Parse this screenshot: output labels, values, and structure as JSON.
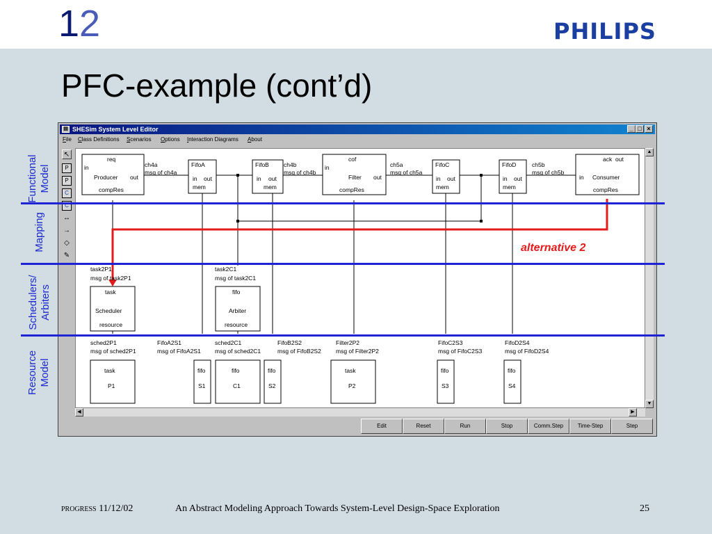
{
  "slide": {
    "number_digit1": "1",
    "number_digit2": "2",
    "brand": "PHILIPS",
    "title": "PFC-example (cont’d)",
    "callout": "alternative 2",
    "layers": {
      "functional_1": "Functional",
      "functional_2": "Model",
      "mapping": "Mapping",
      "schedulers_1": "Schedulers/",
      "schedulers_2": "Arbiters",
      "resource_1": "Resource",
      "resource_2": "Model"
    },
    "footer": {
      "progress": "PROGRESS",
      "date": "11/12/02",
      "caption": "An Abstract Modeling Approach Towards System-Level Design-Space Exploration",
      "page": "25"
    },
    "colors": {
      "accent_blue": "#1e24d4",
      "highlight_red": "#e41b1b",
      "background": "#d1dce3"
    }
  },
  "window": {
    "title": "SHESim System Level Editor",
    "menu": [
      "File",
      "Class Definitions",
      "Scenarios",
      "Options",
      "Interaction Diagrams",
      "About"
    ],
    "controls": {
      "minimize": "_",
      "maximize": "□",
      "close": "×"
    },
    "tools": [
      "arrow-tool",
      "P",
      "P",
      "C",
      "C",
      "link-tool",
      "point-tool",
      "erase-tool",
      "pencil-tool"
    ],
    "buttons": [
      "Edit",
      "Reset",
      "Run",
      "Stop",
      "Comm.Step",
      "Time-Step",
      "Step"
    ]
  },
  "diagram": {
    "functional": [
      {
        "name": "Producer",
        "ports": [
          "in",
          "req",
          "out",
          "compRes"
        ]
      },
      {
        "name": "FifoA",
        "ports": [
          "in",
          "out",
          "mem"
        ]
      },
      {
        "name": "FifoB",
        "ports": [
          "in",
          "out",
          "mem"
        ]
      },
      {
        "name": "Filter",
        "ports": [
          "cof",
          "in",
          "out",
          "compRes"
        ]
      },
      {
        "name": "FifoC",
        "ports": [
          "in",
          "out",
          "mem"
        ]
      },
      {
        "name": "FifoD",
        "ports": [
          "in",
          "out",
          "mem"
        ]
      },
      {
        "name": "Consumer",
        "ports": [
          "ack",
          "out",
          "in",
          "compRes"
        ]
      }
    ],
    "channels": [
      {
        "name": "ch4a",
        "msg": "msg of ch4a"
      },
      {
        "name": "ch4b",
        "msg": "msg of ch4b"
      },
      {
        "name": "ch5a",
        "msg": "msg of ch5a"
      },
      {
        "name": "ch5b",
        "msg": "msg of ch5b"
      }
    ],
    "scheduler_links": [
      {
        "name": "task2P1",
        "msg": "msg of task2P1"
      },
      {
        "name": "task2C1",
        "msg": "msg of task2C1"
      }
    ],
    "schedulers": [
      {
        "port": "task",
        "name": "Scheduler",
        "kind": "resource"
      },
      {
        "port": "fifo",
        "name": "Arbiter",
        "kind": "resource"
      }
    ],
    "resource_links": [
      {
        "name": "sched2P1",
        "msg": "msg of sched2P1"
      },
      {
        "name": "FifoA2S1",
        "msg": "msg of FifoA2S1"
      },
      {
        "name": "sched2C1",
        "msg": "msg of sched2C1"
      },
      {
        "name": "FifoB2S2",
        "msg": "msg of FifoB2S2"
      },
      {
        "name": "Filter2P2",
        "msg": "msg of Filter2P2"
      },
      {
        "name": "FifoC2S3",
        "msg": "msg of FifoC2S3"
      },
      {
        "name": "FifoD2S4",
        "msg": "msg of FifoD2S4"
      }
    ],
    "resources": [
      {
        "kind": "task",
        "name": "P1"
      },
      {
        "kind": "fifo",
        "name": "S1"
      },
      {
        "kind": "fifo",
        "name": "C1"
      },
      {
        "kind": "fifo",
        "name": "S2"
      },
      {
        "kind": "task",
        "name": "P2"
      },
      {
        "kind": "fifo",
        "name": "S3"
      },
      {
        "kind": "fifo",
        "name": "S4"
      }
    ]
  }
}
